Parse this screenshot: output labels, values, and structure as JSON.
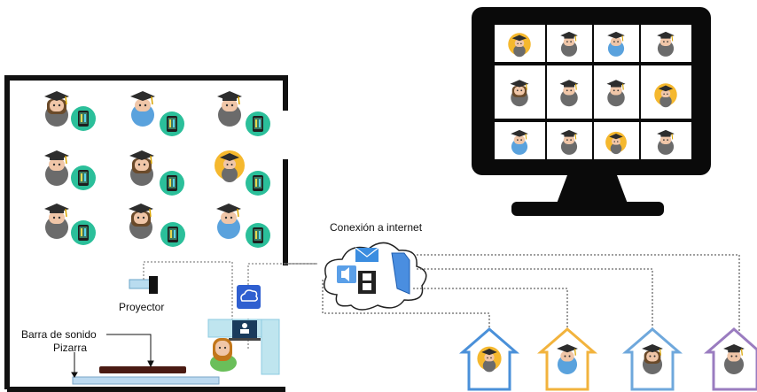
{
  "labels": {
    "internet": "Conexión a internet",
    "projector": "Proyector",
    "soundbar": "Barra de sonido",
    "whiteboard": "Pizarra"
  },
  "colors": {
    "tablet_badge": "#2bbf9a",
    "highlight_student": "#f5b82e",
    "monitor": "#0a0a0a",
    "whiteboard": "#bcd9f0",
    "soundbar": "#4a1a12",
    "desk": "#bfe5ef",
    "cloud_outline": "#222222",
    "house_colors": [
      "#4a90d9",
      "#f2b33d",
      "#6fa8dc",
      "#9a7cc0"
    ]
  },
  "classroom": {
    "students": [
      {
        "style": "female-gray",
        "tablet": "tablet-icon"
      },
      {
        "style": "male-blue",
        "tablet": "tablet-icon"
      },
      {
        "style": "male-gray",
        "tablet": "tablet-icon"
      },
      {
        "style": "male-gray",
        "tablet": "tablet-icon"
      },
      {
        "style": "female-gray",
        "tablet": "tablet-icon"
      },
      {
        "style": "highlight",
        "tablet": "tablet-icon"
      },
      {
        "style": "male-gray",
        "tablet": "tablet-icon"
      },
      {
        "style": "female-gray",
        "tablet": "tablet-icon"
      },
      {
        "style": "male-blue",
        "tablet": "tablet-icon"
      }
    ]
  },
  "monitor": {
    "tiles": [
      "highlight",
      "male-gray",
      "male-blue",
      "male-gray",
      "female-gray",
      "male-gray",
      "male-gray",
      "highlight",
      "male-blue",
      "male-gray",
      "highlight",
      "male-gray"
    ]
  },
  "homes": [
    {
      "student": "highlight"
    },
    {
      "student": "male-blue"
    },
    {
      "student": "female-gray"
    },
    {
      "student": "male-gray"
    }
  ],
  "cloud_icons": [
    "envelope-icon",
    "speaker-icon",
    "film-icon",
    "document-icon"
  ]
}
